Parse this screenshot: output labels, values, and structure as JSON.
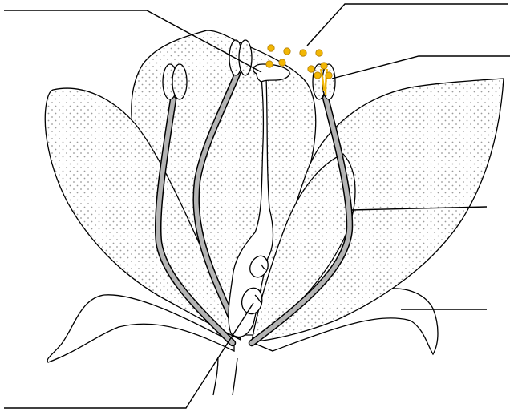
{
  "diagram": {
    "labels": [],
    "colors": {
      "line": "#000000",
      "petal_fill": "#ffffff",
      "dot": "#9a9a9a",
      "filament": "#b4b4b4",
      "pollen": "#f2b705",
      "pollen_outline": "#b07a00"
    },
    "elements": [
      "petal",
      "sepal",
      "stamen",
      "anther",
      "filament",
      "pollen-grain",
      "pistil",
      "stigma",
      "style",
      "ovary",
      "ovule",
      "receptacle",
      "stem"
    ]
  }
}
